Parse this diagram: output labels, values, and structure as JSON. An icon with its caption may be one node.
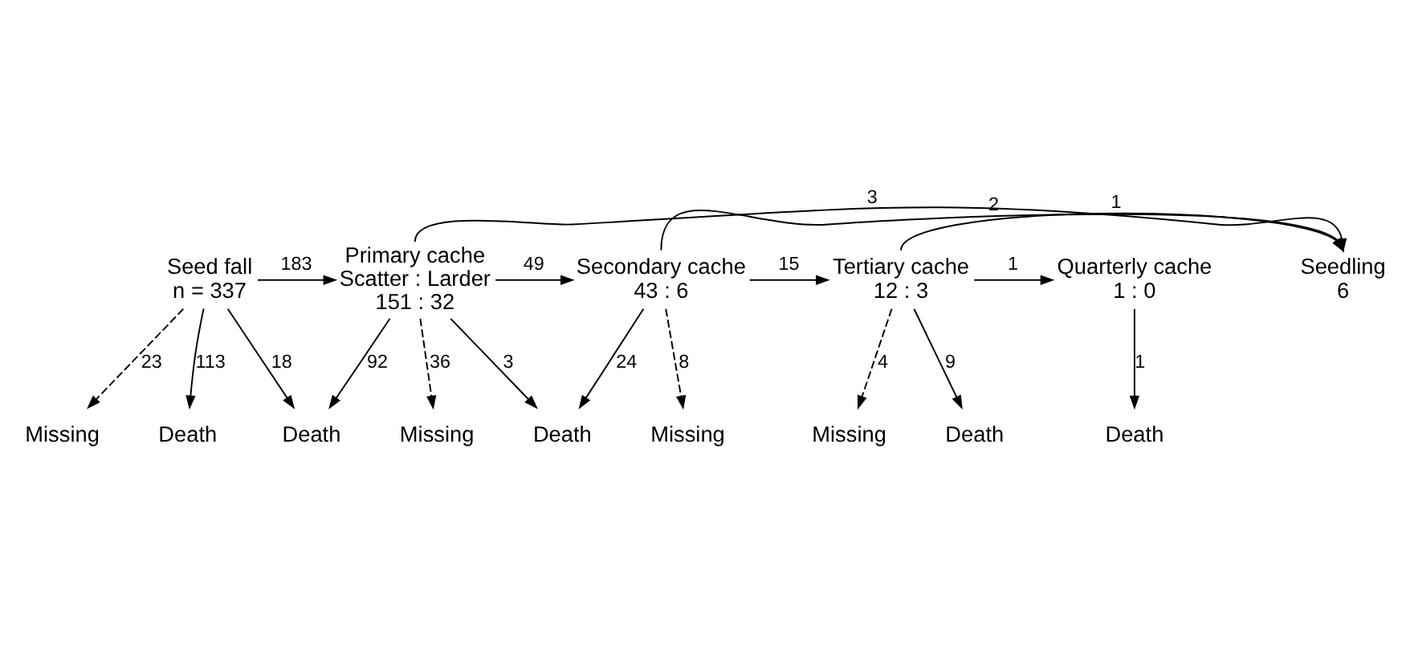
{
  "diagram": {
    "nodes": [
      {
        "text": [
          "Seed fall",
          "n = 337"
        ]
      },
      {
        "text": [
          "Primary cache",
          "Scatter : Larder",
          "151 : 32"
        ]
      },
      {
        "text": [
          "Secondary cache",
          "43 : 6"
        ]
      },
      {
        "text": [
          "Tertiary cache",
          "12 : 3"
        ]
      },
      {
        "text": [
          "Quarterly cache",
          "1 : 0"
        ]
      },
      {
        "text": [
          "Seedling",
          "6"
        ]
      },
      {
        "text": [
          "Missing"
        ]
      },
      {
        "text": [
          "Missing"
        ]
      },
      {
        "text": [
          "Missing"
        ]
      },
      {
        "text": [
          "Missing"
        ]
      },
      {
        "text": [
          "Death"
        ]
      },
      {
        "text": [
          "Death"
        ]
      },
      {
        "text": [
          "Death"
        ]
      },
      {
        "text": [
          "Death"
        ]
      },
      {
        "text": [
          "Death"
        ]
      }
    ],
    "edges": [
      {
        "from": 0,
        "to": 1,
        "arrow": "to",
        "label": "183"
      },
      {
        "from": 1,
        "to": 2,
        "arrow": "to",
        "label": "49"
      },
      {
        "from": 2,
        "to": 3,
        "arrow": "to",
        "label": "15"
      },
      {
        "from": 3,
        "to": 4,
        "arrow": "to",
        "label": "1"
      },
      {
        "from": 1,
        "to": 5,
        "arrow": "to",
        "label": "3"
      },
      {
        "from": 2,
        "to": 5,
        "arrow": "to",
        "label": "2"
      },
      {
        "from": 3,
        "to": 5,
        "arrow": "to",
        "label": "1"
      },
      {
        "from": 0,
        "to": 10,
        "arrow": "to",
        "label": "113"
      },
      {
        "from": 0,
        "to": 6,
        "arrow": "to",
        "label": "23",
        "style": "dashed"
      },
      {
        "from": 0,
        "to": 11,
        "arrow": "to",
        "label": "18"
      },
      {
        "from": 1,
        "to": 11,
        "arrow": "to",
        "label": "92"
      },
      {
        "from": 1,
        "to": 7,
        "arrow": "to",
        "label": "36",
        "style": "dashed"
      },
      {
        "from": 1,
        "to": 12,
        "arrow": "to",
        "label": "3"
      },
      {
        "from": 2,
        "to": 12,
        "arrow": "to",
        "label": "24"
      },
      {
        "from": 2,
        "to": 8,
        "arrow": "to",
        "label": "8",
        "style": "dashed"
      },
      {
        "from": 3,
        "to": 13,
        "arrow": "to",
        "label": "9"
      },
      {
        "from": 3,
        "to": 9,
        "arrow": "to",
        "label": "4",
        "style": "dashed"
      },
      {
        "from": 4,
        "to": 14,
        "arrow": "to",
        "label": "1"
      }
    ]
  }
}
